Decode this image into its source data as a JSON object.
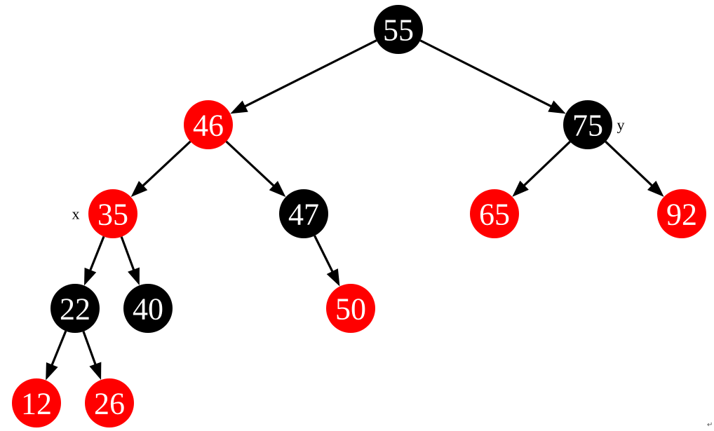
{
  "colors": {
    "red": "#ff0000",
    "black": "#000000",
    "text": "#ffffff",
    "edge": "#000000"
  },
  "tree": {
    "nodes": [
      {
        "id": "n55",
        "value": "55",
        "color": "black"
      },
      {
        "id": "n46",
        "value": "46",
        "color": "red"
      },
      {
        "id": "n75",
        "value": "75",
        "color": "black",
        "tag": "y"
      },
      {
        "id": "n35",
        "value": "35",
        "color": "red",
        "tag": "x"
      },
      {
        "id": "n47",
        "value": "47",
        "color": "black"
      },
      {
        "id": "n65",
        "value": "65",
        "color": "red"
      },
      {
        "id": "n92",
        "value": "92",
        "color": "red"
      },
      {
        "id": "n22",
        "value": "22",
        "color": "black"
      },
      {
        "id": "n40",
        "value": "40",
        "color": "black"
      },
      {
        "id": "n50",
        "value": "50",
        "color": "red"
      },
      {
        "id": "n12",
        "value": "12",
        "color": "red"
      },
      {
        "id": "n26",
        "value": "26",
        "color": "red"
      }
    ],
    "edges": [
      [
        "n55",
        "n46"
      ],
      [
        "n55",
        "n75"
      ],
      [
        "n46",
        "n35"
      ],
      [
        "n46",
        "n47"
      ],
      [
        "n75",
        "n65"
      ],
      [
        "n75",
        "n92"
      ],
      [
        "n35",
        "n22"
      ],
      [
        "n35",
        "n40"
      ],
      [
        "n47",
        "n50"
      ],
      [
        "n22",
        "n12"
      ],
      [
        "n22",
        "n26"
      ]
    ]
  },
  "paragraph_mark": "↵"
}
